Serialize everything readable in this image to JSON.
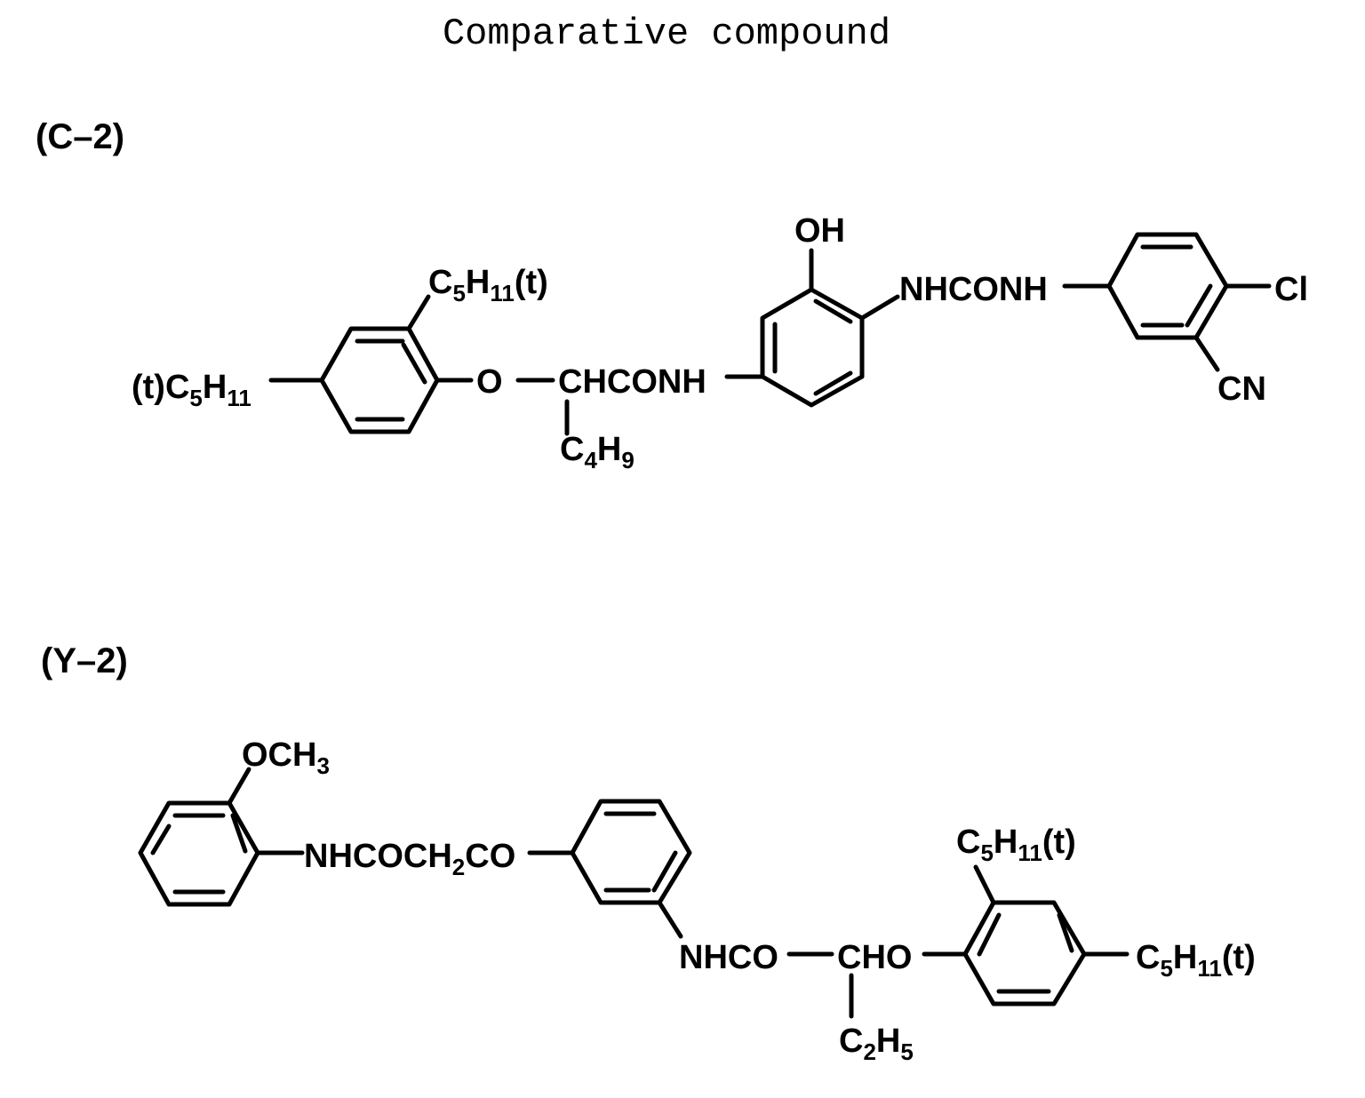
{
  "title": "Comparative compound",
  "compounds": [
    {
      "id": "(C–2)",
      "labels": {
        "t_c5h11_left": "(t)C5H11",
        "c5h11_t_top": "C5H11(t)",
        "o": "O",
        "chconh": "CHCONH",
        "c4h9": "C4H9",
        "oh": "OH",
        "nhconh": "NHCONH",
        "cl": "Cl",
        "cn": "CN"
      }
    },
    {
      "id": "(Y–2)",
      "labels": {
        "och3": "OCH3",
        "nhcoch2co": "NHCOCH2CO",
        "nhco": "NHCO",
        "cho": "CHO",
        "c2h5": "C2H5",
        "c5h11_t_top": "C5H11(t)",
        "c5h11_t_right": "C5H11(t)"
      }
    }
  ]
}
